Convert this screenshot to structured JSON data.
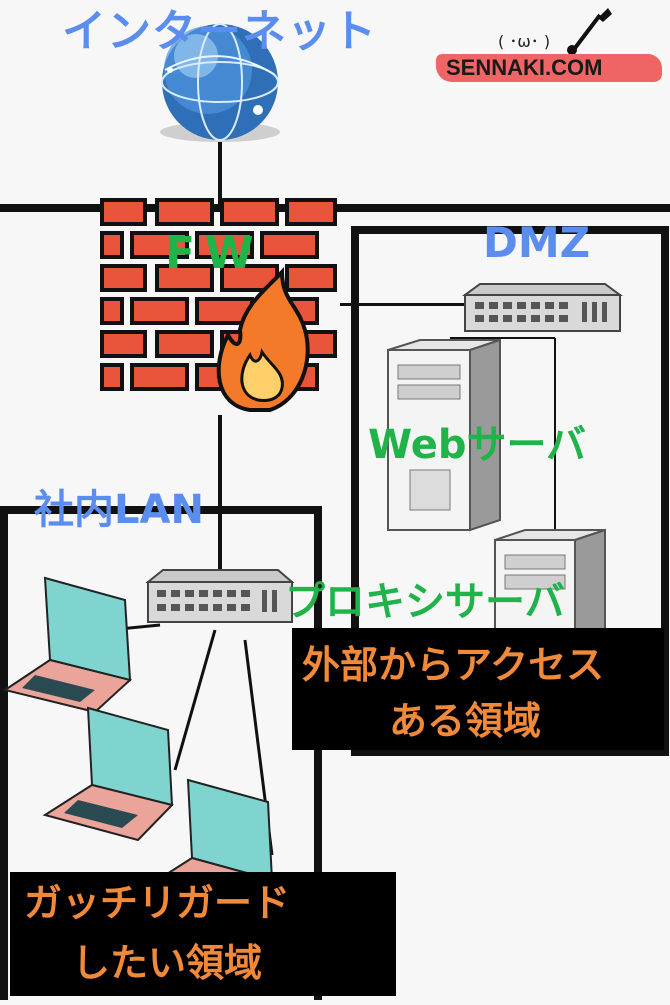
{
  "labels": {
    "internet": "インターネット",
    "fw": "FW",
    "dmz": "DMZ",
    "web_server": "Webサーバ",
    "lan": "社内LAN",
    "proxy_server": "プロキシサーバ",
    "dmz_note_line1": "外部からアクセス",
    "dmz_note_line2": "ある領域",
    "lan_note_line1": "ガッチリガード",
    "lan_note_line2": "したい領域"
  },
  "brand": {
    "name": "SENNAKI.COM",
    "face": "( ･ω･ )"
  },
  "colors": {
    "label_blue": "#5b8def",
    "label_green": "#1fb34a",
    "note_orange": "#f08a3a",
    "brick_red": "#e8553a",
    "flame_orange": "#f47a2a",
    "laptop_screen": "#7fd4d0",
    "laptop_body": "#eaa49a",
    "brand_red": "#ef6565"
  },
  "icons": [
    "globe-icon",
    "firewall-icon",
    "flame-icon",
    "switch-icon",
    "server-icon",
    "laptop-icon",
    "brush-icon"
  ]
}
